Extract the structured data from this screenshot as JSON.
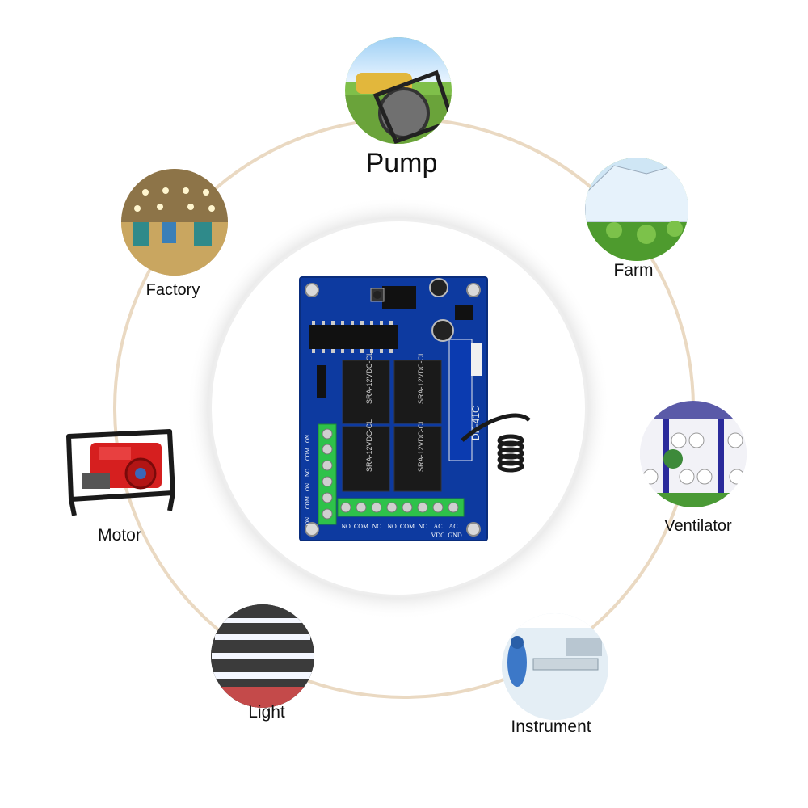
{
  "applications": [
    {
      "id": "pump",
      "label": "Pump"
    },
    {
      "id": "farm",
      "label": "Farm"
    },
    {
      "id": "ventilator",
      "label": "Ventilator"
    },
    {
      "id": "instrument",
      "label": "Instrument"
    },
    {
      "id": "light",
      "label": "Light"
    },
    {
      "id": "motor",
      "label": "Motor"
    },
    {
      "id": "factory",
      "label": "Factory"
    }
  ],
  "board": {
    "model": "DK-41C",
    "relay_text": "SRA-12VDC-CL",
    "terminals_left": [
      "ON",
      "COM",
      "NO",
      "ON",
      "COM",
      "ON"
    ],
    "terminals_bottom": [
      "NO",
      "COM",
      "NC",
      "NO",
      "COM",
      "NC",
      "AC",
      "AC"
    ],
    "power_labels": [
      "VDC",
      "GND"
    ]
  },
  "colors": {
    "ring": "#ead9c2",
    "pcb_blue": "#0d3aa0",
    "terminal_green": "#2ec24a"
  }
}
